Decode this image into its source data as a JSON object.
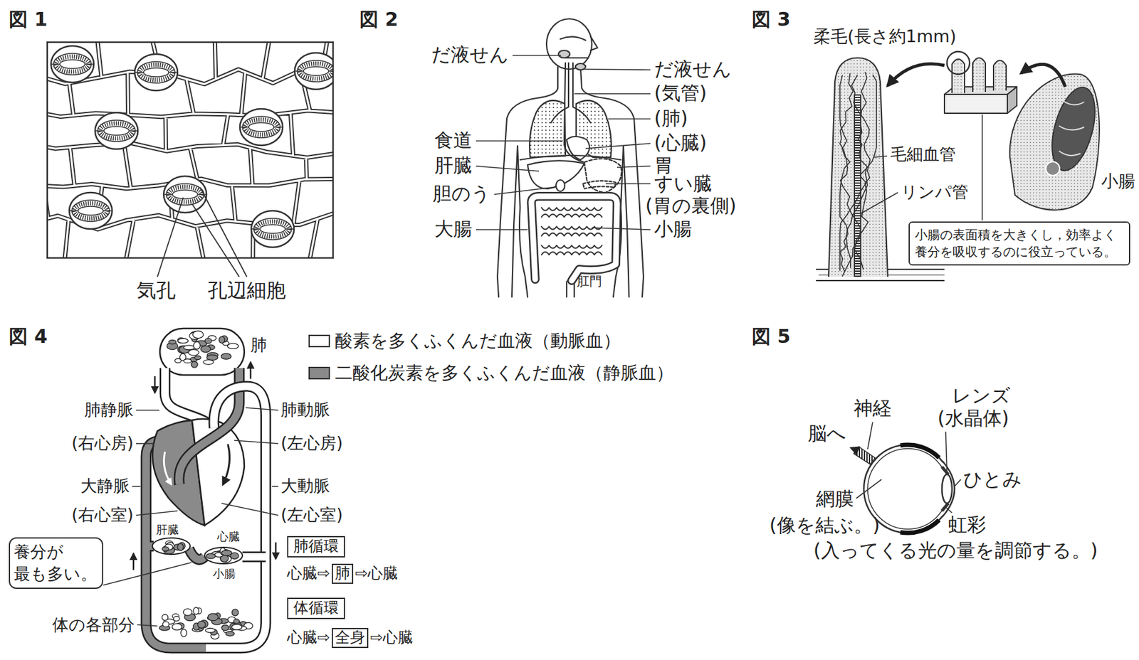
{
  "diagram": {
    "nodes": [
      {
        "text": [
          "小腸の表面積を大きくし，効率よく 養分を吸収するのに役立っている。"
        ]
      },
      {
        "text": [
          "養分が 最も多い。"
        ]
      },
      {
        "text": [
          "肺循環"
        ]
      },
      {
        "text": [
          "肺"
        ]
      },
      {
        "text": [
          "体循環"
        ]
      },
      {
        "text": [
          "全身"
        ]
      }
    ],
    "labels": [
      "図 1",
      "気孔",
      "孔辺細胞",
      "図 2",
      "だ液せん",
      "だ液せん",
      "(気管)",
      "食道",
      "(肺)",
      "(心臓)",
      "肝臓",
      "胃",
      "胆のう",
      "すい臓",
      "(胃の裏側)",
      "大腸",
      "小腸",
      "肛門",
      "図 3",
      "柔毛(長さ約1mm)",
      "毛細血管",
      "リンパ管",
      "小腸",
      "図 4",
      "肺",
      "肺静脈",
      "肺動脈",
      "(右心房)",
      "(左心房)",
      "大静脈",
      "大動脈",
      "(右心室)",
      "(左心室)",
      "心臓",
      "肝臓",
      "小腸",
      "体の各部分",
      "心臓⇨",
      "⇨心臓",
      "心臓⇨",
      "⇨心臓",
      "図 5",
      "脳へ",
      "神経",
      "レンズ",
      "(水晶体)",
      "ひとみ",
      "網膜",
      "(像を結ぶ。)",
      "虹彩",
      "(入ってくる光の量を調節する。)"
    ],
    "legend": [
      {
        "text": "酸素を多くふくんだ血液（動脈血）",
        "color": "#ffffff"
      },
      {
        "text": "二酸化炭素を多くふくんだ血液（静脈血）",
        "color": "#8a8a8a"
      }
    ]
  }
}
